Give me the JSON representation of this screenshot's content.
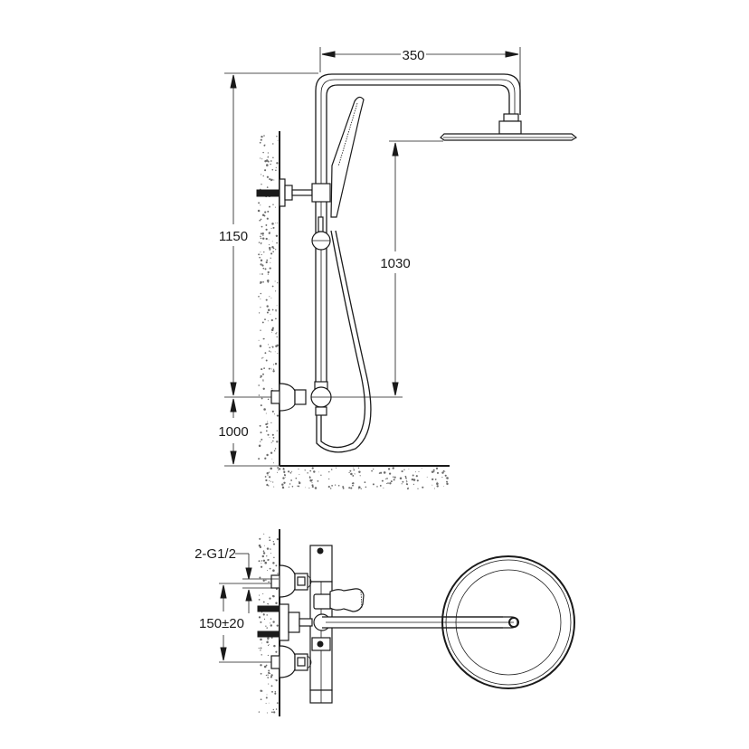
{
  "figure": {
    "title": "",
    "subject": "Shower column system technical drawing",
    "views": [
      "side-elevation",
      "top-plan"
    ]
  },
  "dimensions": {
    "arm_reach": "350",
    "total_height": "1150",
    "head_to_valve": "1030",
    "valve_height_from_floor": "1000",
    "inlet_thread": "2-G1/2",
    "inlet_spacing": "150±20"
  },
  "colors": {
    "line": "#1a1a1a",
    "background": "#ffffff",
    "concrete_speck": "#6a6a6a"
  }
}
